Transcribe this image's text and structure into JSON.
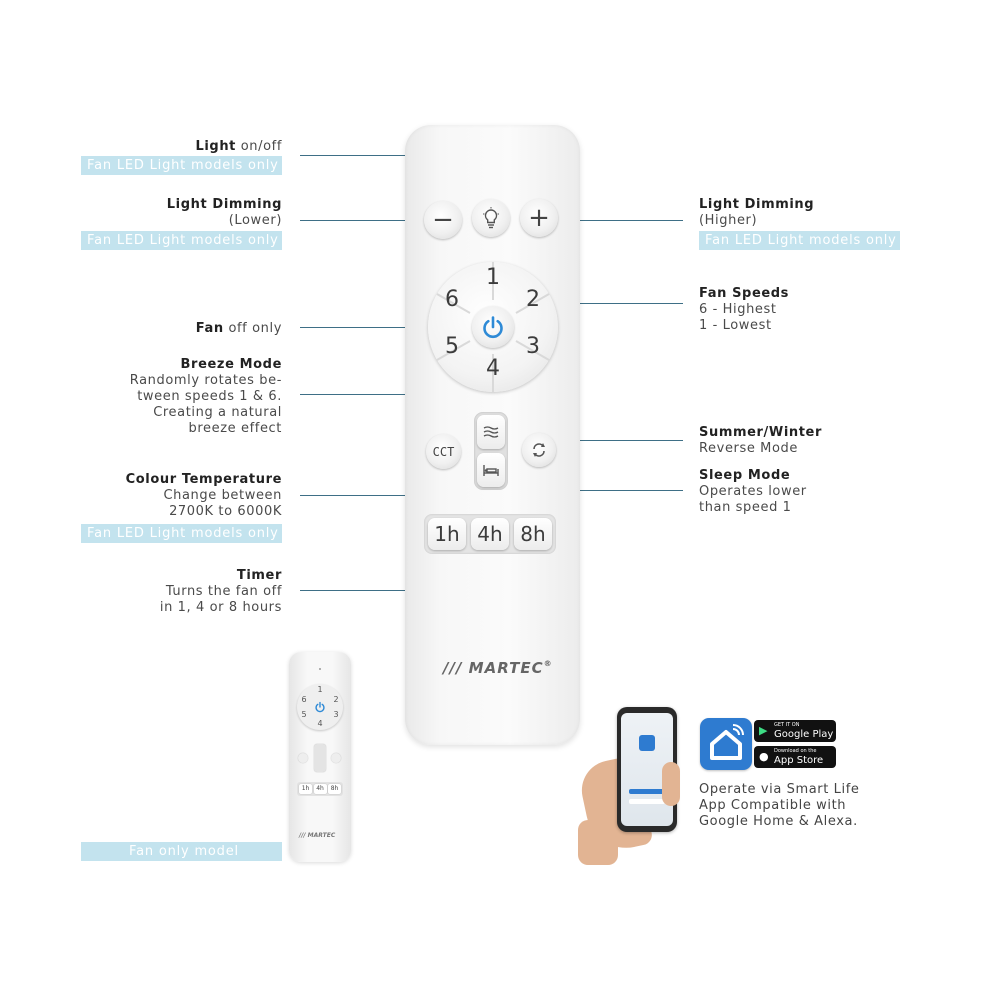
{
  "callouts": {
    "light_onoff": {
      "title": "Light",
      "rest": " on/off",
      "band": "Fan LED Light models only"
    },
    "dim_lower": {
      "title": "Light Dimming",
      "sub": "(Lower)",
      "band": "Fan LED Light models only"
    },
    "dim_higher": {
      "title": "Light Dimming",
      "sub": "(Higher)",
      "band": "Fan LED Light models only"
    },
    "fan_speeds": {
      "title": "Fan Speeds",
      "line1": "6 - Highest",
      "line2": "1 - Lowest"
    },
    "fan_off": {
      "title": "Fan",
      "rest": " off only"
    },
    "breeze": {
      "title": "Breeze Mode",
      "line1": "Randomly rotates be-",
      "line2": "tween speeds 1 & 6.",
      "line3": "Creating a natural",
      "line4": "breeze effect"
    },
    "summer_winter": {
      "title": "Summer/Winter",
      "line1": "Reverse Mode"
    },
    "sleep": {
      "title": "Sleep Mode",
      "line1": "Operates lower",
      "line2": "than speed 1"
    },
    "colour_temp": {
      "title": "Colour Temperature",
      "line1": "Change between",
      "line2": "2700K to 6000K",
      "band": "Fan LED Light models only"
    },
    "timer": {
      "title": "Timer",
      "line1": "Turns the fan off",
      "line2": "in 1, 4 or 8 hours"
    },
    "fan_only_band": "Fan only model"
  },
  "remote": {
    "minus": "−",
    "plus": "+",
    "speeds": [
      "1",
      "2",
      "3",
      "4",
      "5",
      "6"
    ],
    "cct": "CCT",
    "timers": [
      "1h",
      "4h",
      "8h"
    ],
    "brand": "MARTEC"
  },
  "mini_remote": {
    "speeds": [
      "1",
      "2",
      "3",
      "4",
      "5",
      "6"
    ],
    "timers": [
      "1h",
      "4h",
      "8h"
    ],
    "brand": "MARTEC"
  },
  "app": {
    "google_small": "GET IT ON",
    "google_big": "Google Play",
    "apple_small": "Download on the",
    "apple_big": "App Store",
    "line1": "Operate via Smart Life",
    "line2": "App Compatible with",
    "line3": "Google Home & Alexa."
  },
  "colors": {
    "accent_line": "#3e6f86",
    "band": "#c3e3ee",
    "power_blue": "#2e8ad6",
    "app_blue": "#2e7bd0"
  }
}
